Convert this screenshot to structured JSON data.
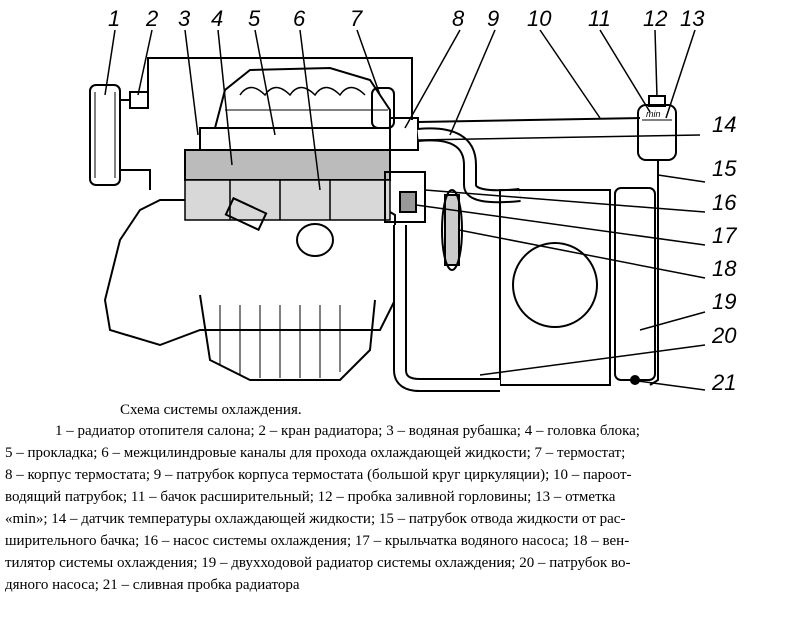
{
  "callouts": [
    {
      "number": "1"
    },
    {
      "number": "2"
    },
    {
      "number": "3"
    },
    {
      "number": "4"
    },
    {
      "number": "5"
    },
    {
      "number": "6"
    },
    {
      "number": "7"
    },
    {
      "number": "8"
    },
    {
      "number": "9"
    },
    {
      "number": "10"
    },
    {
      "number": "11"
    },
    {
      "number": "12"
    },
    {
      "number": "13"
    },
    {
      "number": "14"
    },
    {
      "number": "15"
    },
    {
      "number": "16"
    },
    {
      "number": "17"
    },
    {
      "number": "18"
    },
    {
      "number": "19"
    },
    {
      "number": "20"
    },
    {
      "number": "21"
    }
  ],
  "tank_mark": "min",
  "caption": {
    "title": "Схема системы охлаждения.",
    "lines": [
      "1 – радиатор отопителя салона; 2 – кран радиатора; 3 – водяная рубашка; 4 – головка блока;",
      "5 – прокладка; 6 – межцилиндровые каналы для прохода охлаждающей жидкости; 7 – термостат;",
      "8 – корпус термостата; 9 – патрубок корпуса термостата (большой круг циркуляции); 10 – пароот-",
      "водящий патрубок; 11 – бачок расширительный; 12 – пробка заливной горловины; 13 – отметка",
      "«min»; 14 – датчик температуры охлаждающей жидкости; 15 – патрубок отвода жидкости от рас-",
      "ширительного бачка; 16 – насос системы охлаждения; 17 – крыльчатка водяного насоса; 18 – вен-",
      "тилятор системы охлаждения; 19 – двухходовой радиатор системы охлаждения; 20 – патрубок во-",
      "дяного насоса; 21 – сливная пробка радиатора"
    ]
  }
}
